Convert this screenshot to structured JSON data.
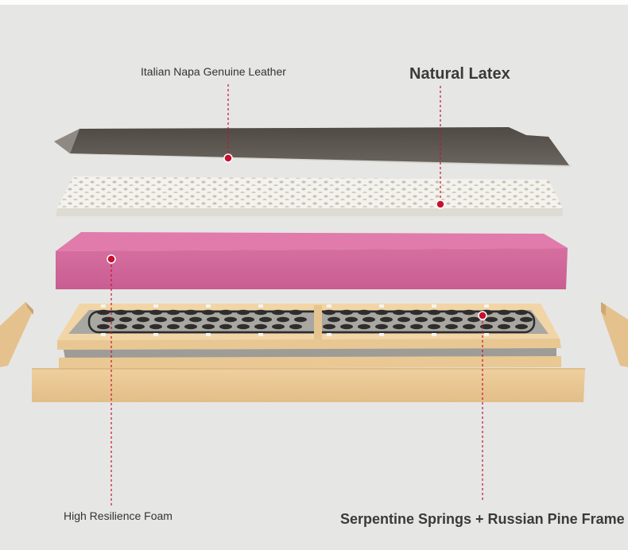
{
  "labels": {
    "leather": "Italian Napa Genuine Leather",
    "latex": "Natural Latex",
    "foam": "High Resilience Foam",
    "frame": "Serpentine Springs + Russian Pine Frame"
  },
  "colors": {
    "background": "#e6e6e5",
    "leather": "#5a5550",
    "latex": "#f3f1ea",
    "foam": "#d2699a",
    "pine": "#e8c692",
    "marker": "#c8102e"
  }
}
